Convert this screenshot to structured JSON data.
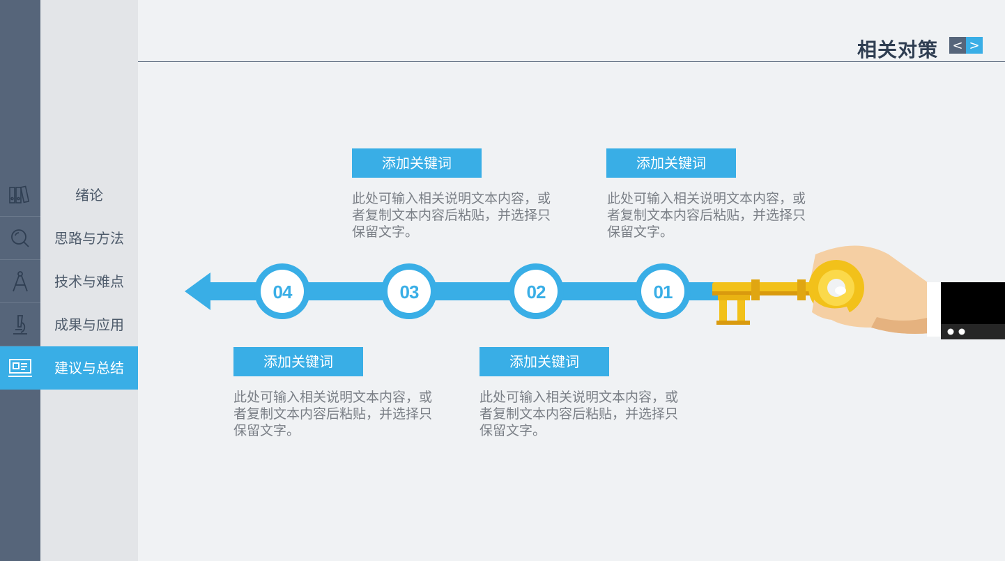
{
  "header": {
    "title": "相关对策",
    "prev_symbol": "<",
    "next_symbol": ">"
  },
  "sidebar": {
    "items": [
      {
        "label": "绪论",
        "icon": "binders-icon"
      },
      {
        "label": "思路与方法",
        "icon": "magnifier-icon"
      },
      {
        "label": "技术与难点",
        "icon": "compass-icon"
      },
      {
        "label": "成果与应用",
        "icon": "microscope-icon"
      },
      {
        "label": "建议与总结",
        "icon": "monitor-icon",
        "active": true
      }
    ]
  },
  "timeline": {
    "steps": [
      {
        "number": "01",
        "keyword": "添加关键词",
        "text": "此处可输入相关说明文本内容，或者复制文本内容后粘贴，并选择只保留文字。"
      },
      {
        "number": "02",
        "keyword": "添加关键词",
        "text": "此处可输入相关说明文本内容，或者复制文本内容后粘贴，并选择只保留文字。"
      },
      {
        "number": "03",
        "keyword": "添加关键词",
        "text": "此处可输入相关说明文本内容，或者复制文本内容后粘贴，并选择只保留文字。"
      },
      {
        "number": "04",
        "keyword": "添加关键词",
        "text": "此处可输入相关说明文本内容，或者复制文本内容后粘贴，并选择只保留文字。"
      }
    ]
  },
  "colors": {
    "accent": "#39aee6",
    "sidebar": "#56657a",
    "gold": "#f2c11a"
  }
}
